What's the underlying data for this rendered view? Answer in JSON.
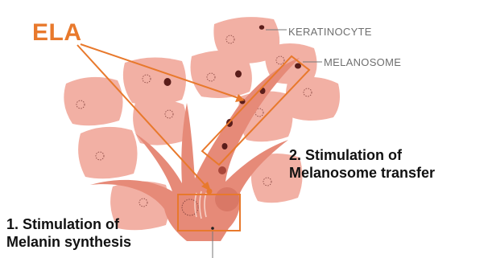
{
  "labels": {
    "agent": "ELA",
    "keratinocyte": "KERATINOCYTE",
    "melanosome": "MELANOSOME",
    "step2_line1": "2. Stimulation of",
    "step2_line2": "Melanosome transfer",
    "step1_line1": "1. Stimulation of",
    "step1_line2": "Melanin synthesis"
  },
  "colors": {
    "accent_orange": "#e8792c",
    "keratinocyte_fill": "#f2b0a4",
    "melanocyte_fill": "#e68a78",
    "melanosome_dot": "#5a1d1a",
    "label_gray": "#6f6f6f",
    "text_dark": "#111111"
  }
}
